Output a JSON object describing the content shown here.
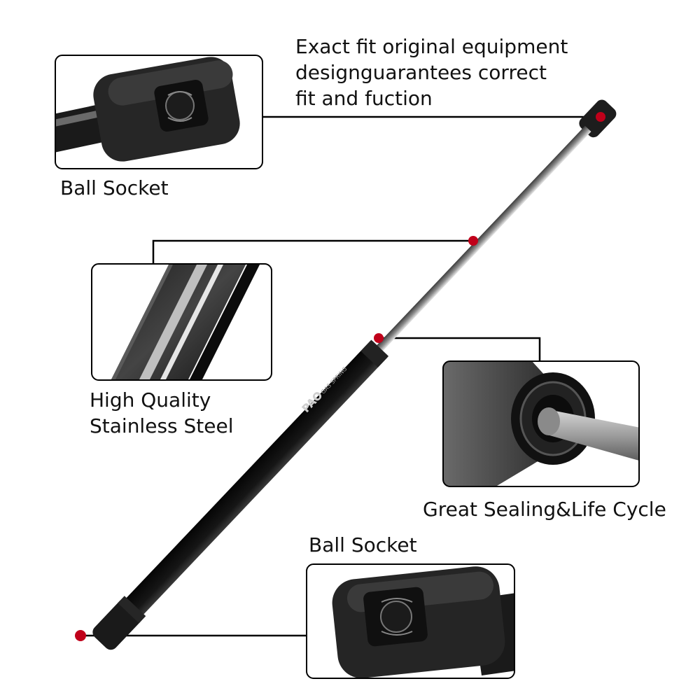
{
  "callouts": {
    "top_right_text": {
      "line1": "Exact fit original equipment",
      "line2": "designguarantees correct",
      "line3": "fit and fuction"
    },
    "ball_socket_top": "Ball Socket",
    "steel_label": {
      "line1": "High Quality",
      "line2": "Stainless Steel"
    },
    "sealing_label": "Great Sealing&Life Cycle",
    "ball_socket_bottom": "Ball Socket"
  },
  "product": {
    "brand": "PAO",
    "imprint": "GAS SPRING"
  },
  "colors": {
    "marker": "#c0001a",
    "cylinder": "#111111",
    "rod": "#9a9a9a",
    "leader": "#000000"
  }
}
